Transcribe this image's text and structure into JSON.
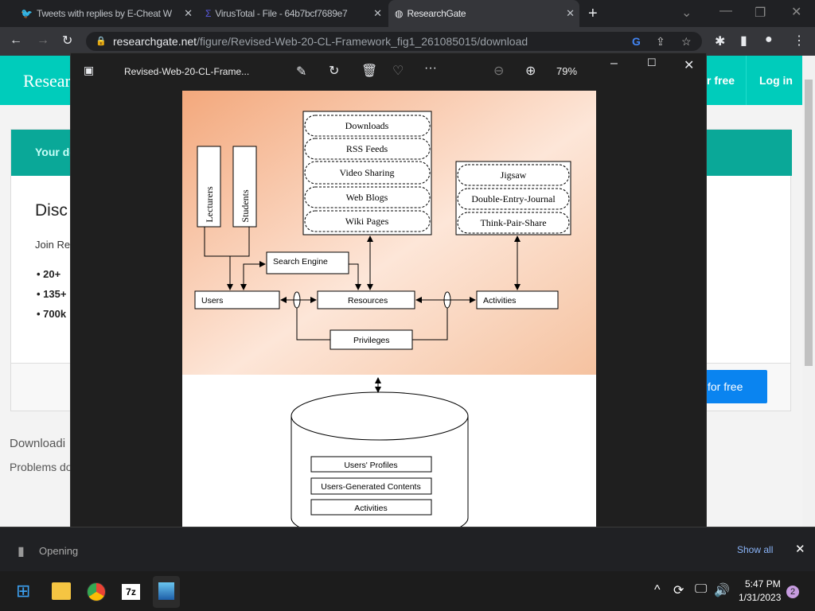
{
  "browser": {
    "tabs": [
      {
        "label": "Tweets with replies by E-Cheat W"
      },
      {
        "label": "VirusTotal - File - 64b7bcf7689e7"
      },
      {
        "label": "ResearchGate"
      }
    ],
    "url_host": "researchgate.net",
    "url_path": "/figure/Revised-Web-20-CL-Framework_fig1_261085015/download"
  },
  "page": {
    "logo": "Resear",
    "join_free": "r free",
    "login": "Log in",
    "banner": "Your do",
    "heading": "Disc",
    "subtext": "Join Re",
    "bullets": [
      "20+",
      "135+",
      "700k"
    ],
    "cta": "for free",
    "downloading": "Downloadi",
    "problems": "Problems do"
  },
  "viewer": {
    "filename": "Revised-Web-20-CL-Frame...",
    "zoom": "79%"
  },
  "figure": {
    "lecturers": "Lecturers",
    "students": "Students",
    "tools": [
      "Downloads",
      "RSS Feeds",
      "Video Sharing",
      "Web Blogs",
      "Wiki Pages"
    ],
    "strategies": [
      "Jigsaw",
      "Double-Entry-Journal",
      "Think-Pair-Share"
    ],
    "search_engine": "Search Engine",
    "users": "Users",
    "resources": "Resources",
    "activities": "Activities",
    "privileges": "Privileges",
    "db_items": [
      "Users' Profiles",
      "Users-Generated Contents",
      "Activities"
    ]
  },
  "downloads": {
    "item": "Opening",
    "show_all": "Show all"
  },
  "taskbar": {
    "time": "5:47 PM",
    "date": "1/31/2023",
    "notifications": "2"
  }
}
